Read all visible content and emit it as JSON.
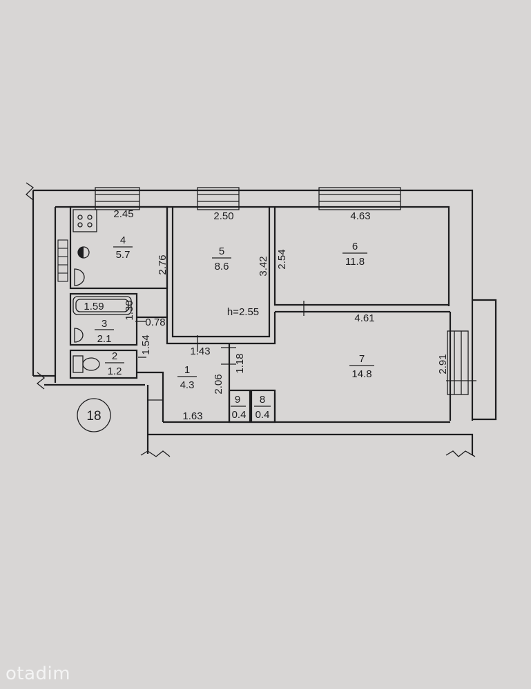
{
  "watermark": "otadim",
  "apartment_number": "18",
  "ceiling_height": "h=2.55",
  "rooms": [
    {
      "id": "1",
      "area": "4.3"
    },
    {
      "id": "2",
      "area": "1.2"
    },
    {
      "id": "3",
      "area": "2.1"
    },
    {
      "id": "4",
      "area": "5.7"
    },
    {
      "id": "5",
      "area": "8.6"
    },
    {
      "id": "6",
      "area": "11.8"
    },
    {
      "id": "7",
      "area": "14.8"
    },
    {
      "id": "8",
      "area": "0.4"
    },
    {
      "id": "9",
      "area": "0.4"
    }
  ],
  "dimensions": {
    "kitchen_width": "2.45",
    "kitchen_depth": "2.76",
    "room5_width": "2.50",
    "room5_depth": "3.42",
    "room5_bottom": "1.43",
    "room6_depth": "2.54",
    "room6_width": "4.63",
    "room7_width": "4.61",
    "room7_depth": "2.91",
    "bath_length": "1.59",
    "bath_depth": "1.30",
    "corridor_small": "0.78",
    "wc_depth": "1.54",
    "hall_width": "1.63",
    "hall_depth": "2.06",
    "hall_side": "1.18"
  }
}
